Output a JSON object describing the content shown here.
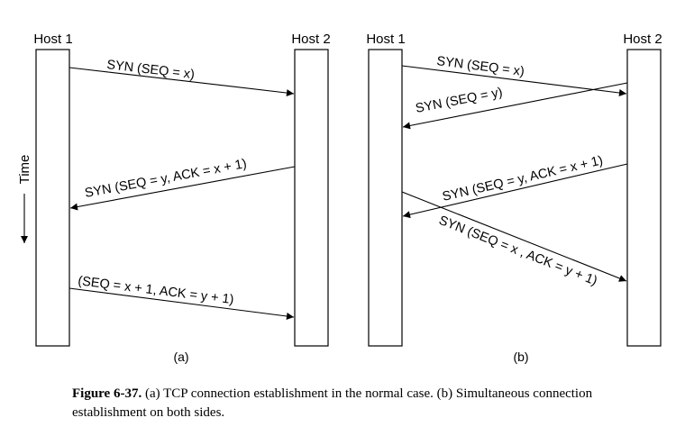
{
  "colors": {
    "ink": "#000000",
    "paper": "#ffffff"
  },
  "left_panel": {
    "host1": "Host 1",
    "host2": "Host 2",
    "time": "Time",
    "msg1": "SYN (SEQ = x)",
    "msg2": "SYN (SEQ = y, ACK = x + 1)",
    "msg3": "(SEQ = x + 1, ACK = y + 1)",
    "label": "(a)"
  },
  "right_panel": {
    "host1": "Host 1",
    "host2": "Host 2",
    "msg1": "SYN (SEQ = x)",
    "msg2": "SYN (SEQ = y)",
    "msg3": "SYN (SEQ = y, ACK = x + 1)",
    "msg4": "SYN (SEQ = x , ACK = y + 1)",
    "label": "(b)"
  },
  "caption": {
    "number": "Figure 6-37.",
    "text": "(a) TCP connection establishment in the normal case. (b) Simultaneous connection establishment on both sides."
  }
}
